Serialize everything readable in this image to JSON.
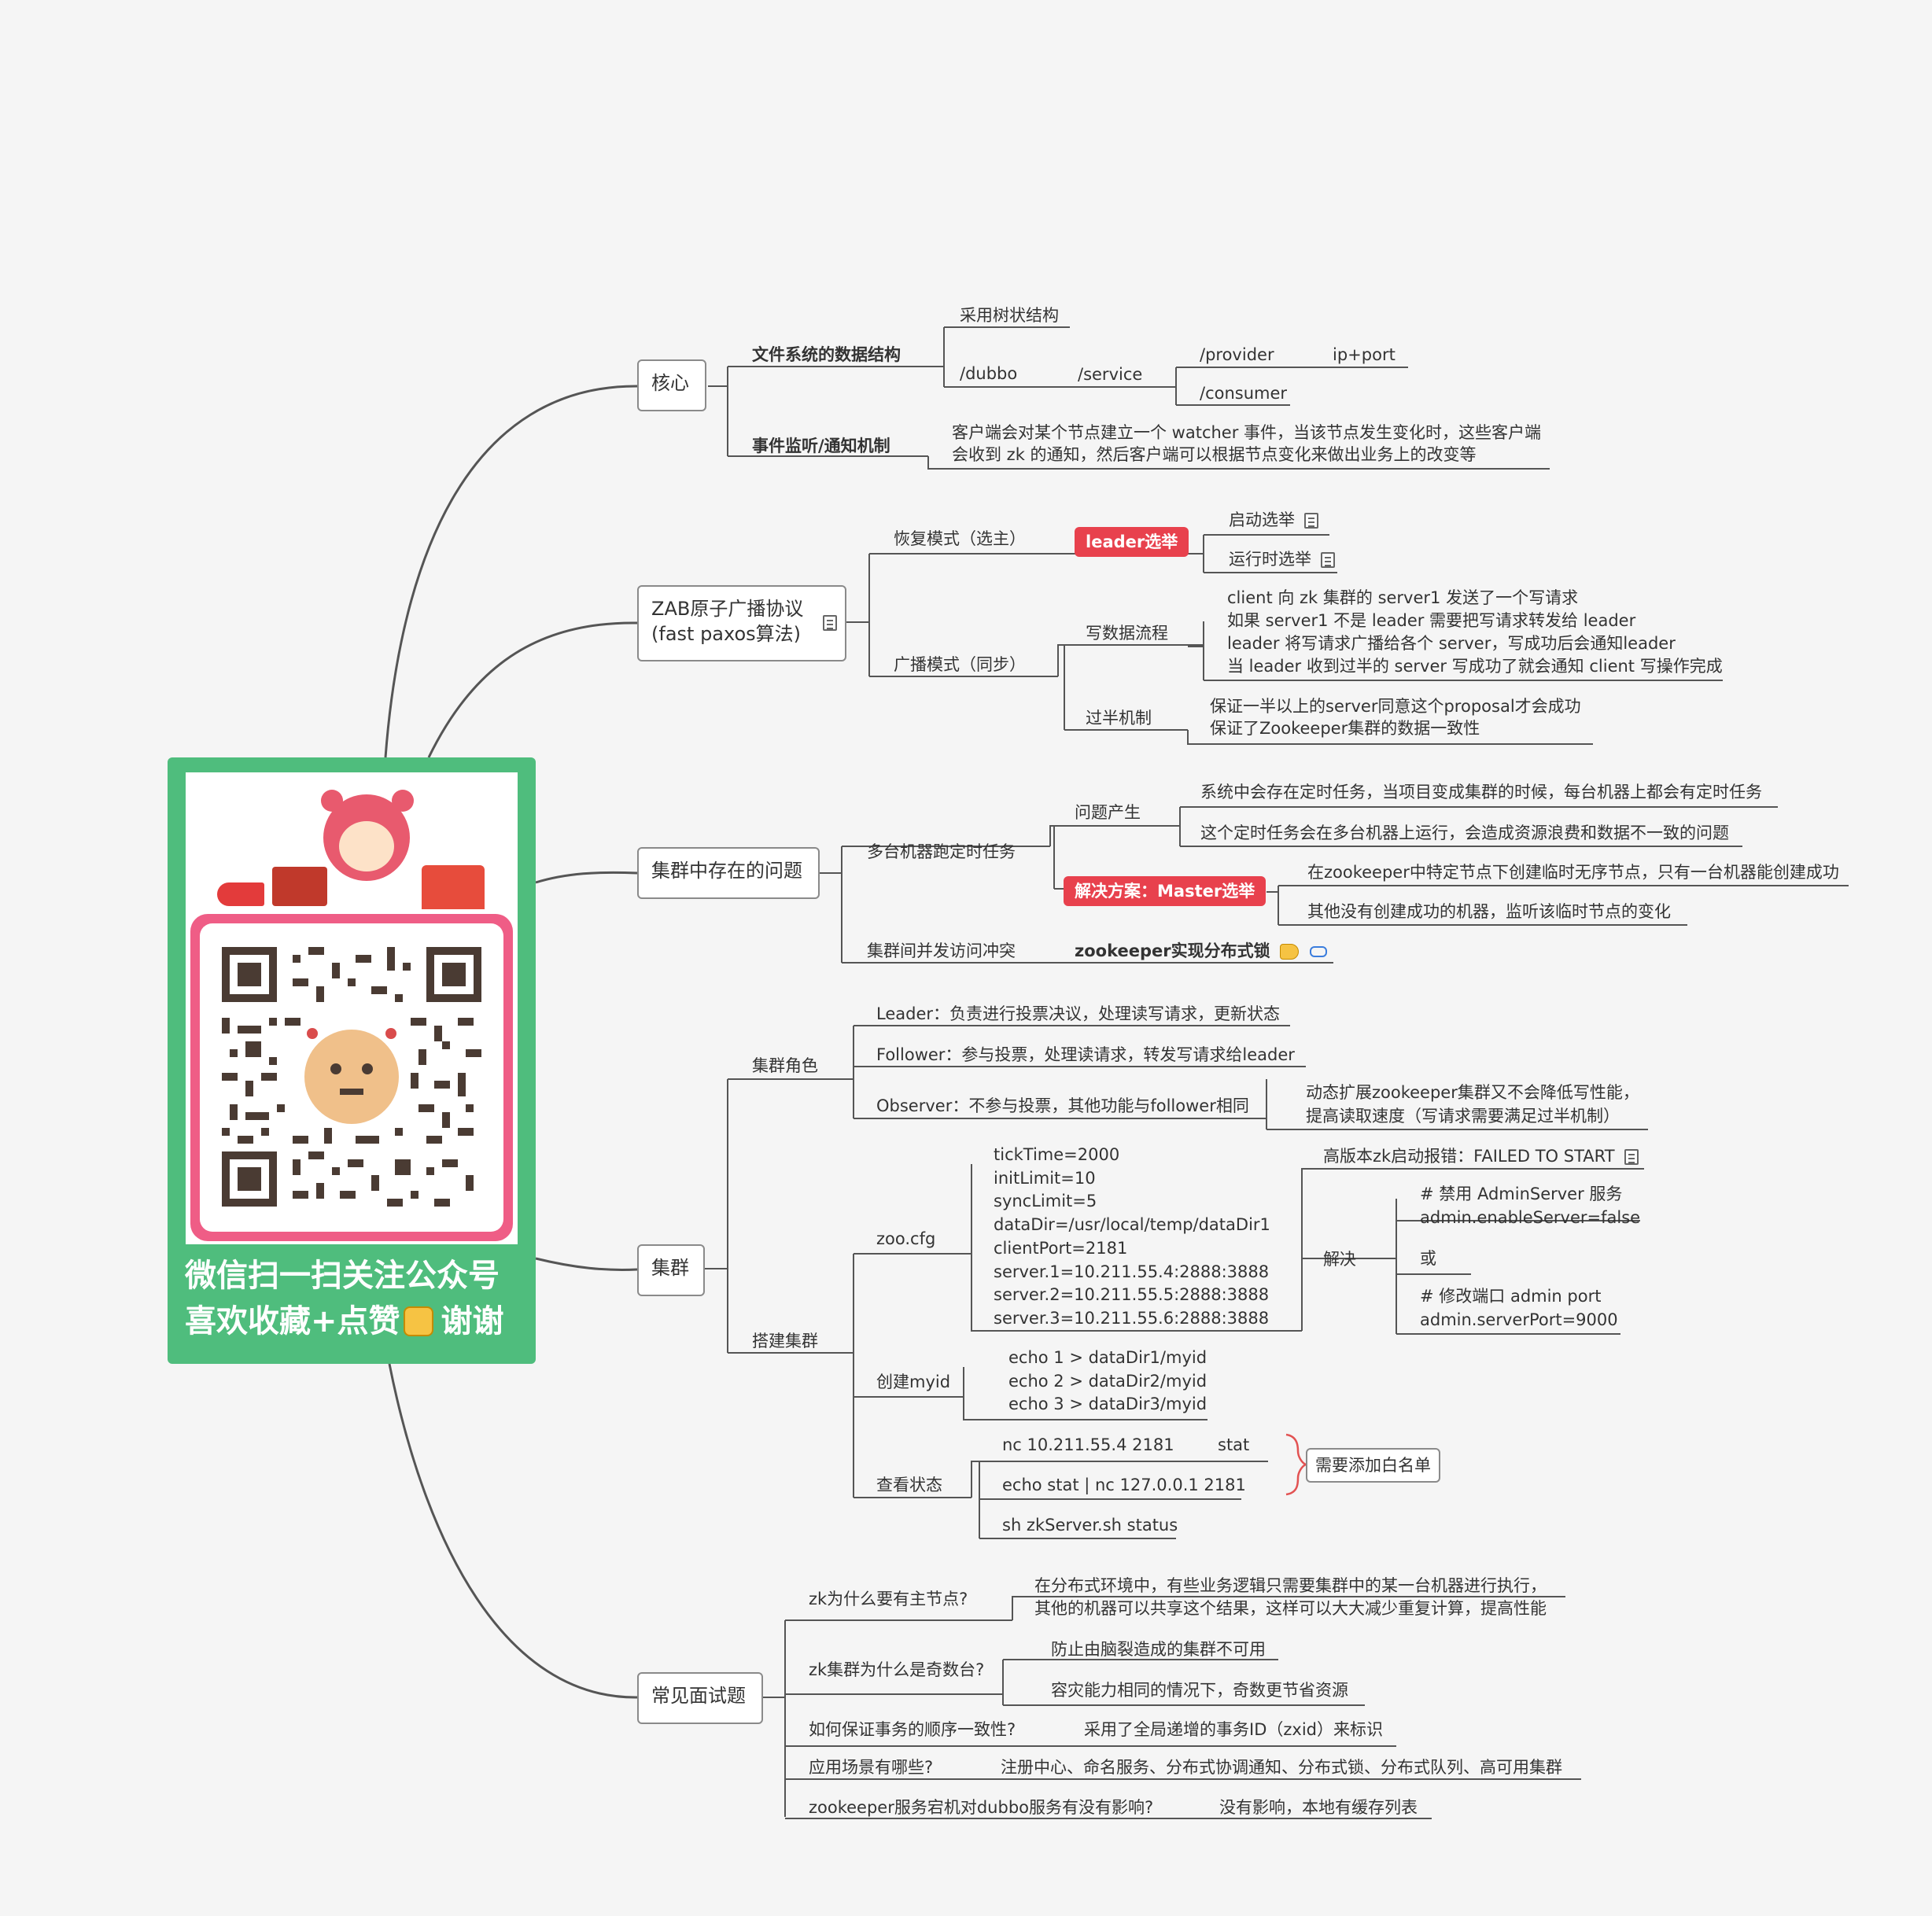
{
  "center": {
    "line1": "微信扫一扫关注公众号",
    "line2": "喜欢收藏+点赞",
    "line2b": "谢谢",
    "thumb": "thumbs-up-icon"
  },
  "b1": {
    "title": "核心",
    "fs": "文件系统的数据结构",
    "tree": "采用树状结构",
    "dubbo": "/dubbo",
    "service": "/service",
    "provider": "/provider",
    "ipport": "ip+port",
    "consumer": "/consumer",
    "ev": "事件监听/通知机制",
    "ev_desc": "客户端会对某个节点建立一个 watcher 事件，当该节点发生变化时，这些客户端\n会收到 zk 的通知，然后客户端可以根据节点变化来做出业务上的改变等"
  },
  "b2": {
    "title": "ZAB原子广播协议\n(fast paxos算法)",
    "recover": "恢复模式（选主）",
    "leader_tag": "leader选举",
    "startup": "启动选举",
    "runtime": "运行时选举",
    "broadcast": "广播模式（同步）",
    "write": "写数据流程",
    "write_desc": "client 向 zk 集群的 server1 发送了一个写请求\n如果 server1 不是 leader 需要把写请求转发给 leader\nleader 将写请求广播给各个 server，写成功后会通知leader\n当 leader 收到过半的 server 写成功了就会通知 client 写操作完成",
    "half": "过半机制",
    "half_desc": "保证一半以上的server同意这个proposal才会成功\n保证了Zookeeper集群的数据一致性"
  },
  "b3": {
    "title": "集群中存在的问题",
    "multi": "多台机器跑定时任务",
    "problem": "问题产生",
    "p1": "系统中会存在定时任务，当项目变成集群的时候，每台机器上都会有定时任务",
    "p2": "这个定时任务会在多台机器上运行，会造成资源浪费和数据不一致的问题",
    "solution_tag": "解决方案：Master选举",
    "s1": "在zookeeper中特定节点下创建临时无序节点，只有一台机器能创建成功",
    "s2": "其他没有创建成功的机器，监听该临时节点的变化",
    "conc": "集群间并发访问冲突",
    "lock": "zookeeper实现分布式锁"
  },
  "b4": {
    "title": "集群",
    "roles": "集群角色",
    "leader": "Leader：负责进行投票决议，处理读写请求，更新状态",
    "follower": "Follower：参与投票，处理读请求，转发写请求给leader",
    "observer": "Observer：不参与投票，其他功能与follower相同",
    "observer_desc": "动态扩展zookeeper集群又不会降低写性能，\n提高读取速度（写请求需要满足过半机制）",
    "build": "搭建集群",
    "zoocfg": "zoo.cfg",
    "cfg": "tickTime=2000\ninitLimit=10\nsyncLimit=5\ndataDir=/usr/local/temp/dataDir1\nclientPort=2181\nserver.1=10.211.55.4:2888:3888\nserver.2=10.211.55.5:2888:3888\nserver.3=10.211.55.6:2888:3888",
    "err": "高版本zk启动报错：FAILED TO START",
    "solve": "解决",
    "sol1": "# 禁用 AdminServer 服务\nadmin.enableServer=false",
    "or": "或",
    "sol2": "# 修改端口 admin port\nadmin.serverPort=9000",
    "myid": "创建myid",
    "myid_cmds": "echo 1 > dataDir1/myid\necho 2 > dataDir2/myid\necho 3 > dataDir3/myid",
    "status": "查看状态",
    "nc": "nc 10.211.55.4 2181",
    "stat": "stat",
    "echostat": "echo stat | nc 127.0.0.1 2181",
    "zksh": "sh zkServer.sh status",
    "whitelist": "需要添加白名单"
  },
  "b5": {
    "title": "常见面试题",
    "q1": "zk为什么要有主节点?",
    "a1": "在分布式环境中，有些业务逻辑只需要集群中的某一台机器进行执行，\n其他的机器可以共享这个结果，这样可以大大减少重复计算，提高性能",
    "q2": "zk集群为什么是奇数台?",
    "a2a": "防止由脑裂造成的集群不可用",
    "a2b": "容灾能力相同的情况下，奇数更节省资源",
    "q3": "如何保证事务的顺序一致性?",
    "a3": "采用了全局递增的事务ID（zxid）来标识",
    "q4": "应用场景有哪些?",
    "a4": "注册中心、命名服务、分布式协调通知、分布式锁、分布式队列、高可用集群",
    "q5": "zookeeper服务宕机对dubbo服务有没有影响?",
    "a5": "没有影响，本地有缓存列表"
  }
}
